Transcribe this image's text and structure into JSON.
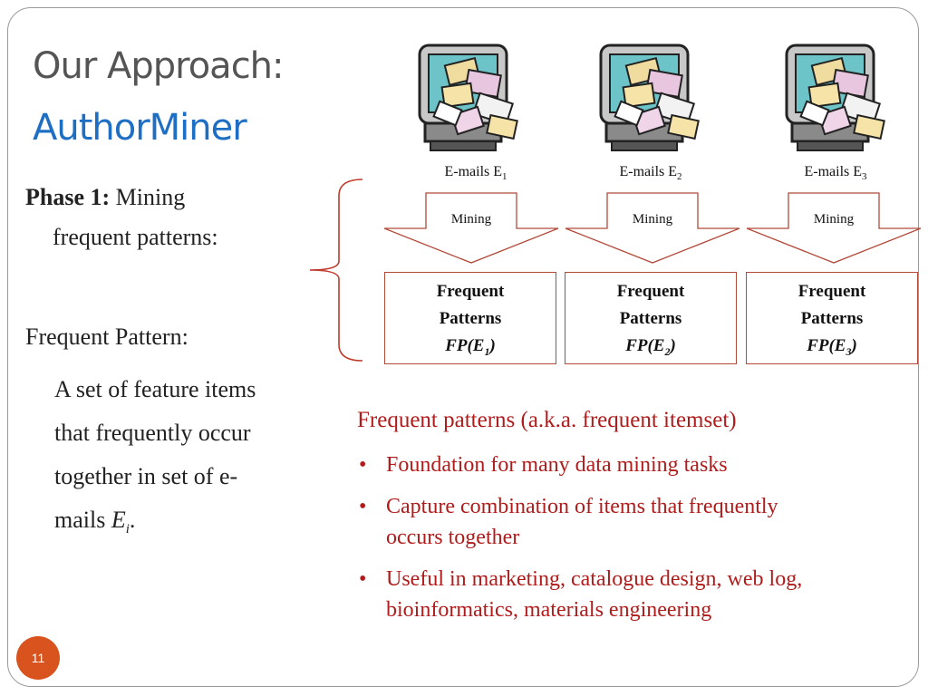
{
  "slide": {
    "title_line1": "Our Approach:",
    "title_line2": "AuthorMiner",
    "page_number": "11",
    "accent_color": "#1e6fc4",
    "highlight_color": "#b01c1c"
  },
  "left": {
    "phase_label": "Phase 1:",
    "phase_text_1": "Mining",
    "phase_text_2": "frequent patterns:",
    "fp_heading": "Frequent Pattern:",
    "fp_def_1": "A set of feature items",
    "fp_def_2": "that frequently occur",
    "fp_def_3": "together in set of e-",
    "fp_def_4": "mails ",
    "fp_def_var": "E",
    "fp_def_sub": "i",
    "fp_def_end": "."
  },
  "diagram": {
    "columns": [
      {
        "email_label": "E-mails E",
        "email_sub": "1",
        "arrow_label": "Mining",
        "box_line1": "Frequent",
        "box_line2": "Patterns",
        "box_fp": "FP(E",
        "box_sub": "1",
        "box_end": ")",
        "icon": "email-computer-icon"
      },
      {
        "email_label": "E-mails E",
        "email_sub": "2",
        "arrow_label": "Mining",
        "box_line1": "Frequent",
        "box_line2": "Patterns",
        "box_fp": "FP(E",
        "box_sub": "2",
        "box_end": ")",
        "icon": "email-computer-icon"
      },
      {
        "email_label": "E-mails E",
        "email_sub": "3",
        "arrow_label": "Mining",
        "box_line1": "Frequent",
        "box_line2": "Patterns",
        "box_fp": "FP(E",
        "box_sub": "3",
        "box_end": ")",
        "icon": "email-computer-icon"
      }
    ]
  },
  "notes": {
    "heading": "Frequent patterns (a.k.a. frequent itemset)",
    "bullets": [
      {
        "line1": "Foundation for many data mining tasks",
        "line2": ""
      },
      {
        "line1": "Capture combination of items that frequently",
        "line2": "occurs together"
      },
      {
        "line1": "Useful in marketing, catalogue design, web log,",
        "line2": "bioinformatics, materials engineering"
      }
    ],
    "bullet_glyph": "•"
  }
}
